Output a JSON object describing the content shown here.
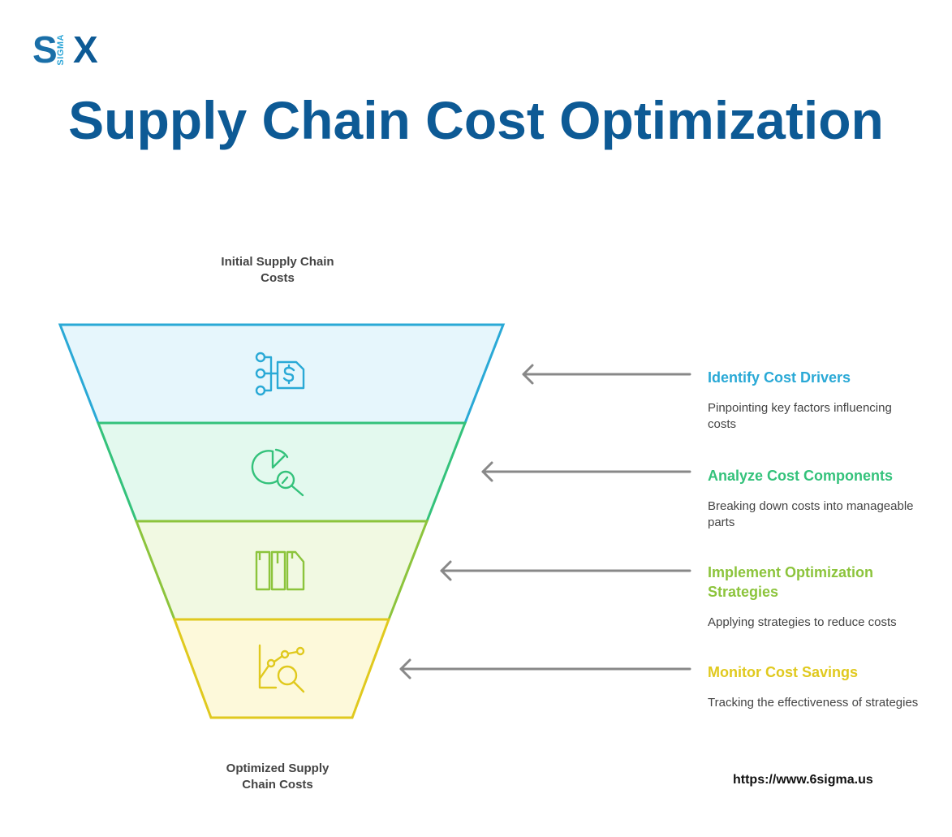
{
  "logo": {
    "s": "S",
    "sigma": "SIGMA",
    "x": "X"
  },
  "title": "Supply Chain Cost Optimization",
  "funnel": {
    "top_label": "Initial Supply Chain Costs",
    "bottom_label": "Optimized Supply Chain Costs"
  },
  "steps": [
    {
      "heading": "Identify Cost Drivers",
      "desc": "Pinpointing key factors influencing costs",
      "color": "#2aa9d6",
      "icon": "cost-drivers-icon"
    },
    {
      "heading": "Analyze Cost Components",
      "desc": "Breaking down costs into manageable parts",
      "color": "#34c27b",
      "icon": "pie-analysis-icon"
    },
    {
      "heading": "Implement Optimization Strategies",
      "desc": "Applying strategies to reduce costs",
      "color": "#8cc43c",
      "icon": "strategy-blocks-icon"
    },
    {
      "heading": "Monitor Cost Savings",
      "desc": "Tracking the effectiveness of strategies",
      "color": "#e0c91e",
      "icon": "chart-magnifier-icon"
    }
  ],
  "url": "https://www.6sigma.us"
}
